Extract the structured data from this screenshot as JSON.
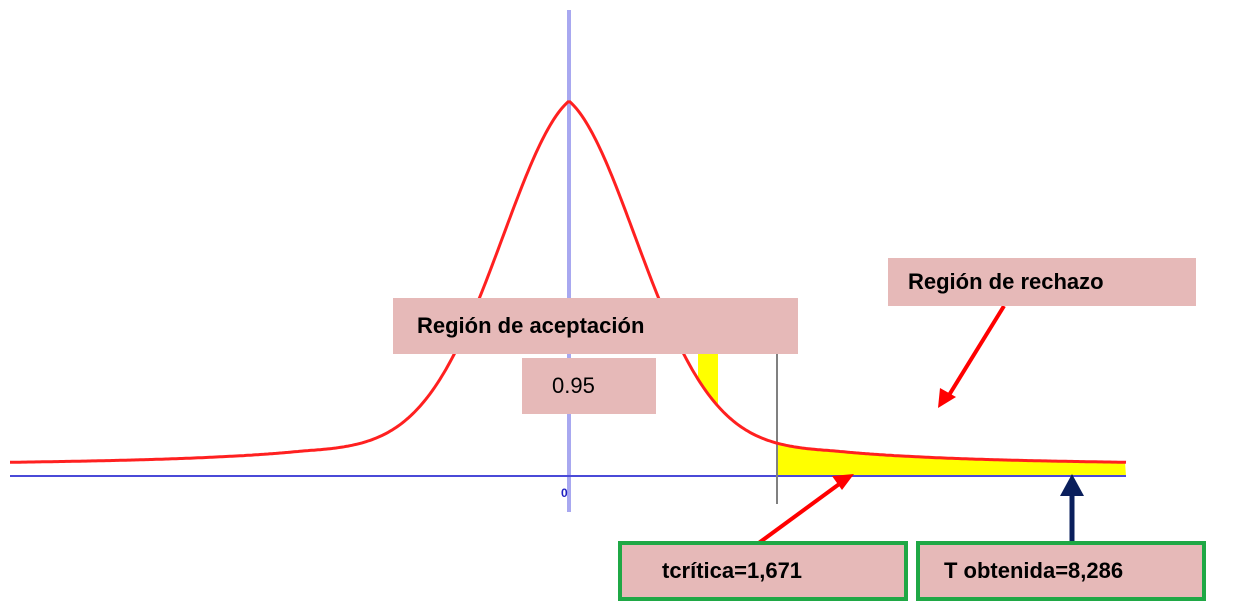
{
  "chart_data": {
    "type": "area",
    "distribution": "Student t (one-tailed right test)",
    "x_range": [
      -7.5,
      7.5
    ],
    "axis_tick_labels": [
      "0"
    ],
    "critical_value": 1.671,
    "obtained_value": 8.286,
    "acceptance_probability": 0.95,
    "shaded_region": "right tail",
    "grid": false
  },
  "labels": {
    "acceptance_region": "Región de aceptación",
    "acceptance_probability": "0.95",
    "rejection_region": "Región de rechazo",
    "t_critical": "tcrítica=1,671",
    "t_obtained": "T obtenida=8,286",
    "zero_tick": "0"
  },
  "colors": {
    "curve": "#ff2020",
    "axis": "#4a4ad8",
    "vertical_axis": "#a8a8f0",
    "shading": "#ffff00",
    "label_fill": "#e6b9b8",
    "box_border": "#1fa845",
    "arrow_red": "#ff0000",
    "arrow_navy": "#0a1f5c",
    "critical_line": "#808080"
  }
}
